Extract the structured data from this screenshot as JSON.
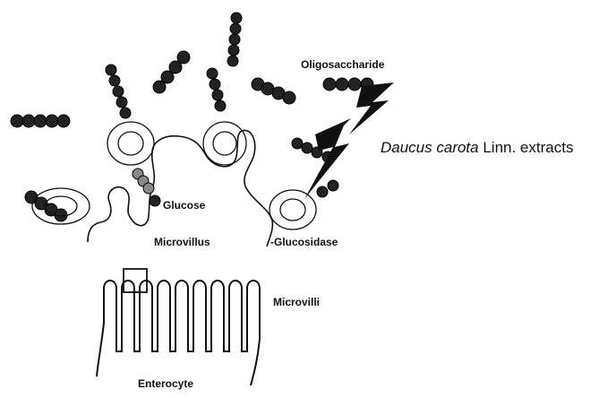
{
  "labels": {
    "oligosaccharide": "Oligosaccharide",
    "extract_species": "Daucus carota",
    "extract_rest": " Linn. extracts",
    "glucose": "Glucose",
    "microvillus": "Microvillus",
    "glucosidase": "-Glucosidase",
    "microvilli": "Microvilli",
    "enterocyte": "Enterocyte"
  },
  "icons": {
    "sugar_bead": "dark-circle-bead",
    "inhibitor": "black-lightning-bolt",
    "enzyme": "enzyme-pocket-loop"
  },
  "colors": {
    "ink": "#111111",
    "bead": "#222222",
    "bead_highlight": "#555555"
  }
}
